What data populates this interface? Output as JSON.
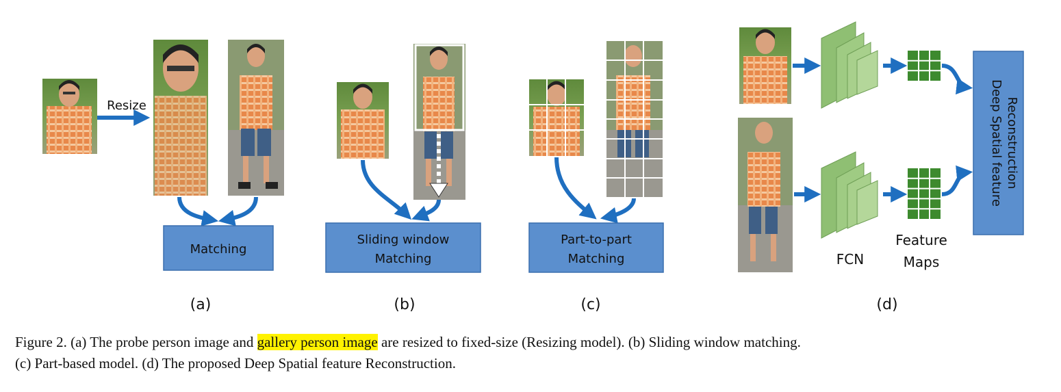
{
  "figure": {
    "panel_a": {
      "resize_label": "Resize",
      "box_label": "Matching",
      "tag": "(a)"
    },
    "panel_b": {
      "box_line1": "Sliding window",
      "box_line2": "Matching",
      "tag": "(b)"
    },
    "panel_c": {
      "box_line1": "Part-to-part",
      "box_line2": "Matching",
      "tag": "(c)"
    },
    "panel_d": {
      "recon_line1": "Deep Spatial feature",
      "recon_line2": "Reconstruction",
      "fcn_label": "FCN",
      "fmap_line1": "Feature",
      "fmap_line2": "Maps",
      "tag": "(d)"
    },
    "colors": {
      "box_fill": "#5b8fce",
      "box_stroke": "#3a6fae",
      "arrow": "#1f6fc0",
      "fcn": "#8fbf73",
      "fmap": "#3d8a2e"
    }
  },
  "caption": {
    "p1": "Figure 2. (a) The probe person image and ",
    "highlight": "gallery person image",
    "p2": " are resized to fixed-size (Resizing model). (b) Sliding window matching.",
    "line2": "(c) Part-based model. (d) The proposed Deep Spatial feature Reconstruction."
  }
}
